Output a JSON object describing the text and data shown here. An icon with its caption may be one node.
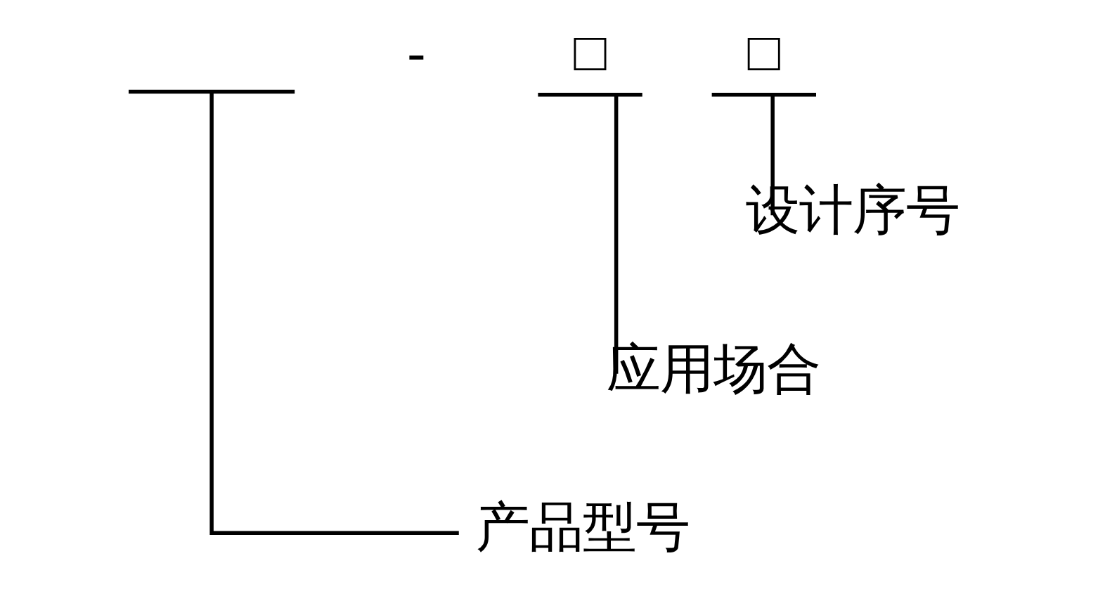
{
  "diagram": {
    "nodes": [
      {
        "text": [],
        "shape": "bar"
      },
      {
        "text": [
          "□"
        ]
      },
      {
        "text": [
          "□"
        ]
      },
      {
        "text": [
          "设计序号"
        ]
      },
      {
        "text": [
          "应用场合"
        ]
      },
      {
        "text": [
          "产品型号"
        ]
      }
    ],
    "edges": [
      {
        "from": 2,
        "to": 3,
        "arrow": "none"
      },
      {
        "from": 1,
        "to": 4,
        "arrow": "none"
      },
      {
        "from": 0,
        "to": 5,
        "arrow": "none"
      }
    ],
    "labels": [
      "-"
    ]
  }
}
